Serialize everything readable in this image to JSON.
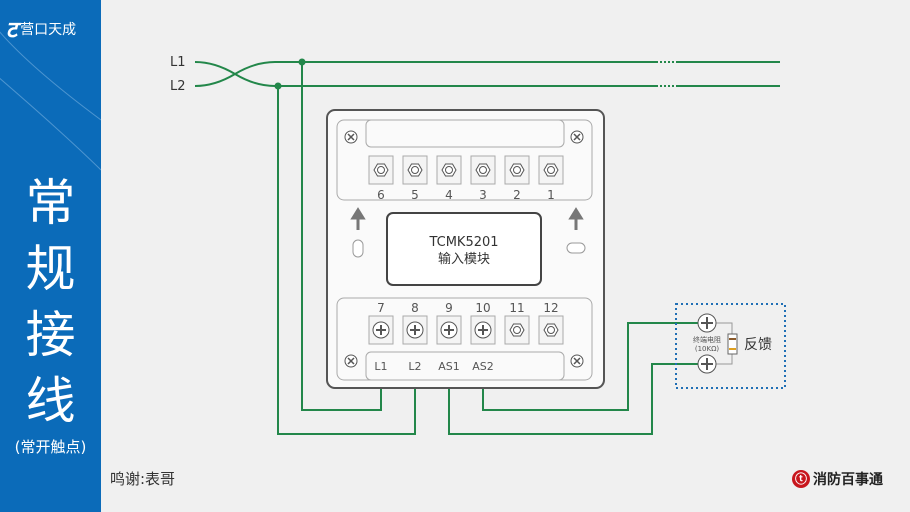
{
  "sidebar": {
    "logo_text": "营口天成",
    "title_chars": [
      "常",
      "规",
      "接",
      "线"
    ],
    "subtitle": "(常开触点)"
  },
  "credit": "鸣谢:表哥",
  "brand": "消防百事通",
  "bus": {
    "l1": "L1",
    "l2": "L2"
  },
  "module": {
    "model": "TCMK5201",
    "name": "输入模块",
    "top_terminals": [
      "6",
      "5",
      "4",
      "3",
      "2",
      "1"
    ],
    "bottom_terminals": [
      "7",
      "8",
      "9",
      "10",
      "11",
      "12"
    ],
    "bottom_labels": [
      "L1",
      "L2",
      "AS1",
      "AS2"
    ]
  },
  "feedback": {
    "resistor_label": "终端电阻",
    "resistor_value": "(10KΩ)",
    "label": "反馈"
  },
  "colors": {
    "sidebar": "#0b6bb9",
    "wire": "#23874a"
  }
}
